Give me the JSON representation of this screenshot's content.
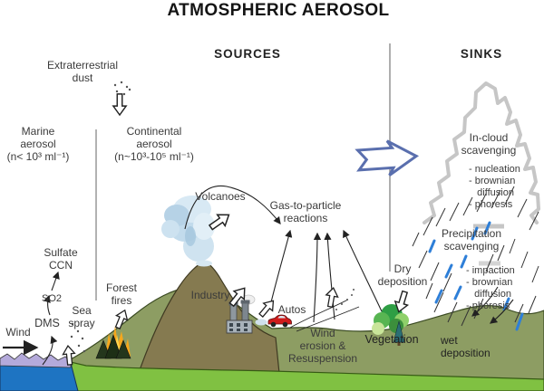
{
  "title": "ATMOSPHERIC AEROSOL",
  "headers": {
    "sources": "SOURCES",
    "sinks": "SINKS"
  },
  "labels": {
    "extraterrestrial_dust": "Extraterrestrial\ndust",
    "marine_aerosol": "Marine\naerosol\n(n< 10³ ml⁻¹)",
    "continental_aerosol": "Continental\naerosol\n(n~10³-10⁵ ml⁻¹)",
    "volcanoes": "Volcanoes",
    "gas_to_particle": "Gas-to-particle\nreactions",
    "sulfate_ccn": "Sulfate\nCCN",
    "so2": "SO2",
    "dms": "DMS",
    "sea_spray": "Sea\nspray",
    "wind": "Wind",
    "forest_fires": "Forest\nfires",
    "industry": "Industry",
    "autos": "Autos",
    "wind_erosion": "Wind\nerosion &\nResuspension",
    "dry_deposition": "Dry\ndeposition",
    "vegetation": "Vegetation",
    "wet_deposition": "wet\ndeposition",
    "in_cloud_scavenging": "In-cloud\nscavenging",
    "in_cloud_list": "- nucleation\n- brownian\n   diffusion\n- phoresis",
    "precipitation_scavenging": "Precipitation\nscavenging",
    "precipitation_list": "- impaction\n- brownian\n   diffusion\n- phoresis"
  },
  "colors": {
    "water_blue": "#1e74c2",
    "wave_lavender": "#b4aadb",
    "hill_olive": "#8d9d63",
    "foreground_green": "#80c142",
    "volcano_brown": "#857a50",
    "plume_blue": "#c6ddec",
    "rain_blue": "#2e7fd8",
    "big_arrow_blue": "#5a6fae",
    "cloud_gray": "#c6c6c6",
    "flame_orange": "#f5a71d",
    "tree_green": "#2f9e3c"
  }
}
